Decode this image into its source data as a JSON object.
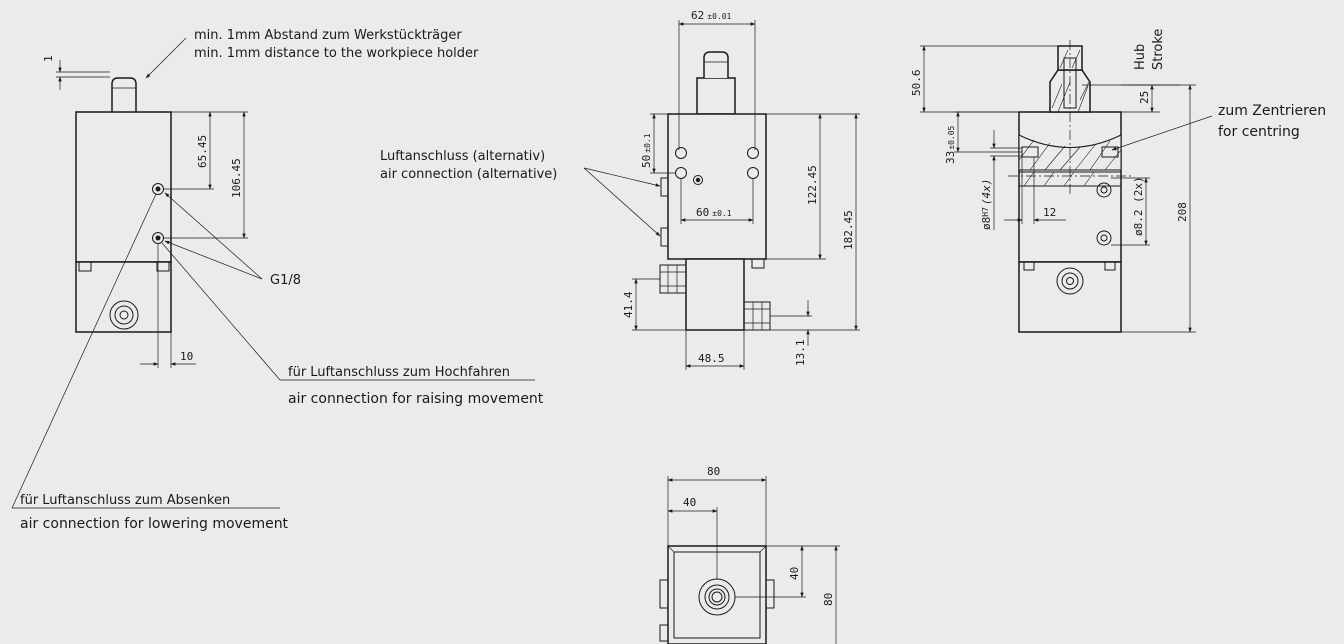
{
  "colors": {
    "background": "#ebebeb",
    "line": "#1a1a1a"
  },
  "notes": {
    "distance_de": "min. 1mm Abstand zum Werkstückträger",
    "distance_en": "min. 1mm distance to the workpiece holder",
    "alt_de": "Luftanschluss (alternativ)",
    "alt_en": "air connection (alternative)",
    "thread": "G1/8",
    "raise_de": "für Luftanschluss zum Hochfahren",
    "raise_en": "air connection for raising movement",
    "lower_de": "für Luftanschluss zum Absenken",
    "lower_en": "air connection for lowering movement",
    "centre_de": "zum Zentrieren",
    "centre_en": "for centring",
    "hub": "Hub",
    "stroke": "Stroke"
  },
  "dims": {
    "clearance": "1",
    "d65": "65.45",
    "d106": "106.45",
    "d10": "10",
    "d62": "62",
    "d62_tol": "±0.01",
    "d50": "50",
    "d50_tol": "±0.1",
    "d60": "60",
    "d60_tol": "±0.1",
    "d122": "122.45",
    "d182": "182.45",
    "d41": "41.4",
    "d48": "48.5",
    "d13": "13.1",
    "d50_6": "50.6",
    "d25": "25",
    "d33": "33",
    "d33_tol": "±0.05",
    "d8h7": "ø8",
    "d8h7_fit": "H7",
    "d8h7_qty": "(4x)",
    "d12": "12",
    "d8_2": "ø8.2 (2x)",
    "d208": "208",
    "d80w": "80",
    "d40w": "40",
    "d40h": "40",
    "d80h": "80"
  }
}
